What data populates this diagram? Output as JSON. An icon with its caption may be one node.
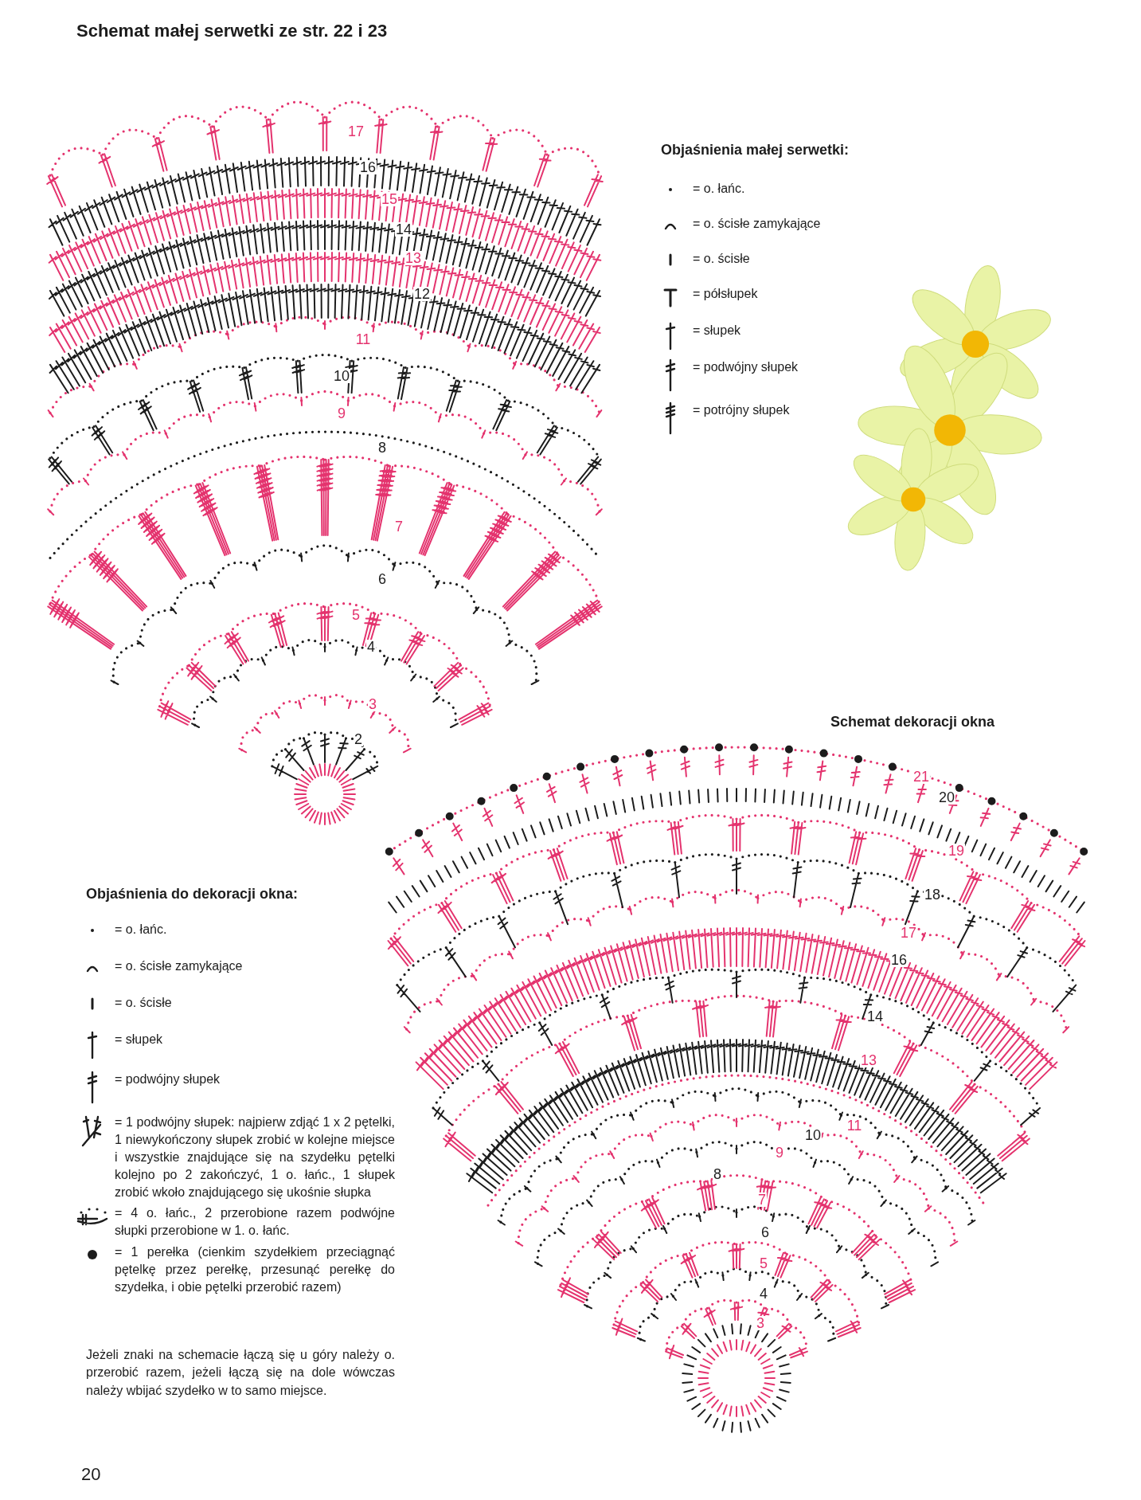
{
  "diagram": {
    "title": "Schemat małej serwetki ze str. 22 i 23",
    "labels": [
      "Objaśnienia małej serwetki:",
      "17",
      "16",
      "15",
      "14",
      "13",
      "12",
      "11",
      "10",
      "9",
      "8",
      "7",
      "6",
      "5",
      "4",
      "3",
      "2",
      "Schemat dekoracji okna",
      "21",
      "20",
      "19",
      "18",
      "17",
      "16",
      "14",
      "13",
      "11",
      "10",
      "9",
      "8",
      "7",
      "6",
      "5",
      "4",
      "3",
      "Objaśnienia do dekoracji okna:",
      "Jeżeli znaki na schemacie łączą się u góry należy o. przerobić razem, jeżeli łączą się na dole wówczas należy wbijać szydełko w to samo miejsce.",
      "20"
    ],
    "legend": [
      {
        "text": "= o. łańc."
      },
      {
        "text": "= o. ścisłe zamykające"
      },
      {
        "text": "= o. ścisłe"
      },
      {
        "text": "= półsłupek"
      },
      {
        "text": "= słupek"
      },
      {
        "text": "= podwójny słupek"
      },
      {
        "text": "= potrójny słupek"
      },
      {
        "text": "= o. łańc."
      },
      {
        "text": "= o. ścisłe zamykające"
      },
      {
        "text": "= o. ścisłe"
      },
      {
        "text": "= słupek"
      },
      {
        "text": "= podwójny słupek"
      },
      {
        "text": "= 1 podwójny słupek: najpierw zdjąć 1 x 2 pętelki, 1 niewykończony słupek zrobić w kolejne miejsce i wszystkie znajdujące się na szydełku pętelki kolejno po 2 zakończyć, 1 o. łańc., 1 słupek zrobić wkoło znajdującego się ukośnie słupka"
      },
      {
        "text": "= 4 o. łańc., 2 przerobione razem podwójne słupki przerobione w 1. o. łańc."
      },
      {
        "text": "= 1 perełka (cienkim szydełkiem przeciągnąć pętelkę przez perełkę, przesunąć perełkę do szydełka, i obie pętelki przerobić razem)"
      }
    ]
  }
}
